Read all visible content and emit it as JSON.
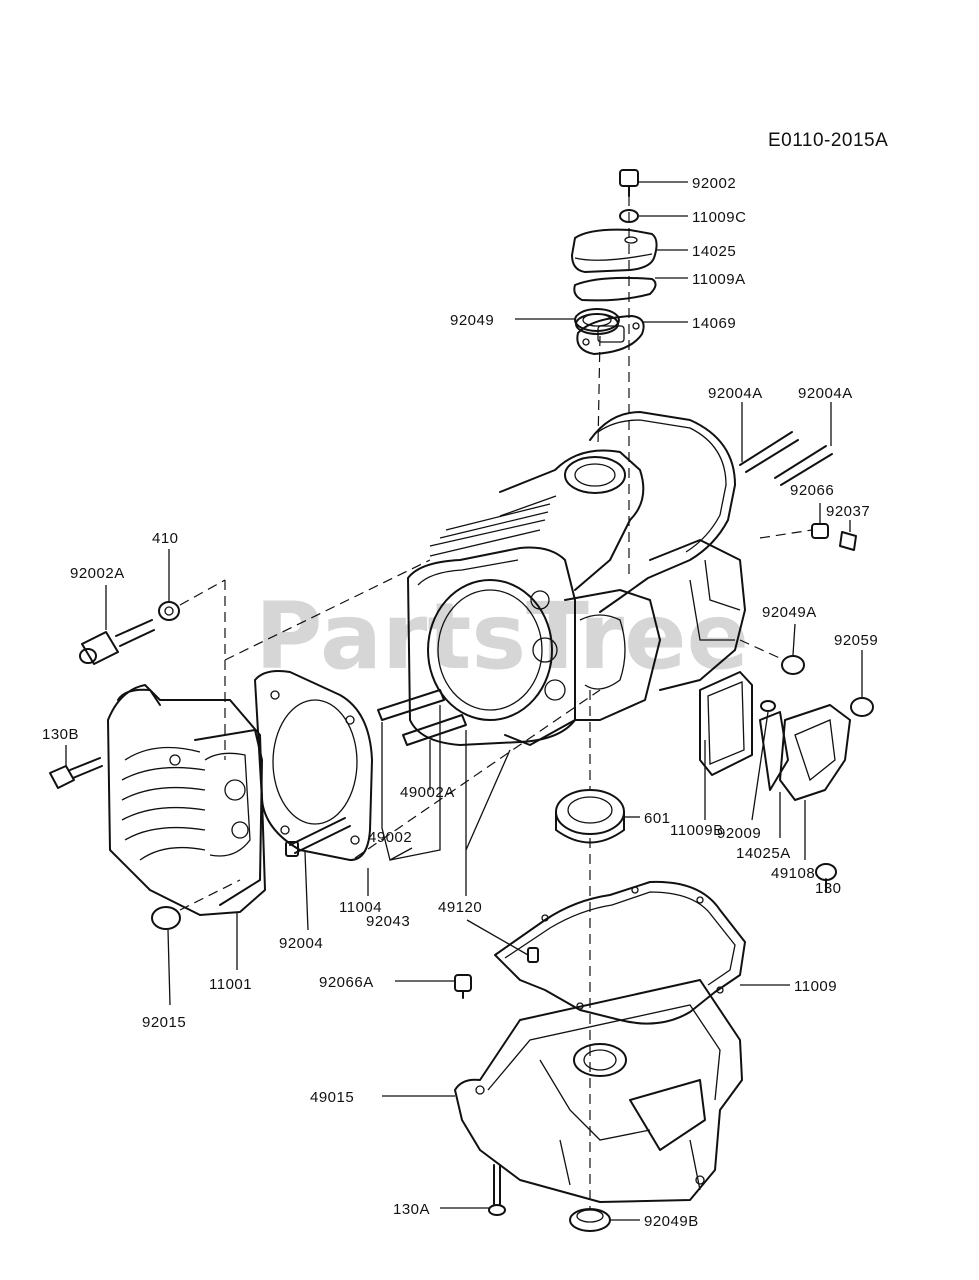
{
  "diagram_code": "E0110-2015A",
  "watermark": "PartsTree",
  "callouts": [
    {
      "id": "92002",
      "text": "92002"
    },
    {
      "id": "11009C",
      "text": "11009C"
    },
    {
      "id": "14025",
      "text": "14025"
    },
    {
      "id": "11009A",
      "text": "11009A"
    },
    {
      "id": "14069",
      "text": "14069"
    },
    {
      "id": "92049",
      "text": "92049"
    },
    {
      "id": "92004A_1",
      "text": "92004A"
    },
    {
      "id": "92004A_2",
      "text": "92004A"
    },
    {
      "id": "92066",
      "text": "92066"
    },
    {
      "id": "92037",
      "text": "92037"
    },
    {
      "id": "410",
      "text": "410"
    },
    {
      "id": "92002A",
      "text": "92002A"
    },
    {
      "id": "92049A",
      "text": "92049A"
    },
    {
      "id": "92059",
      "text": "92059"
    },
    {
      "id": "130B",
      "text": "130B"
    },
    {
      "id": "49002A",
      "text": "49002A"
    },
    {
      "id": "11009B",
      "text": "11009B"
    },
    {
      "id": "601",
      "text": "601"
    },
    {
      "id": "92009",
      "text": "92009"
    },
    {
      "id": "14025A",
      "text": "14025A"
    },
    {
      "id": "49108",
      "text": "49108"
    },
    {
      "id": "130",
      "text": "130"
    },
    {
      "id": "49002",
      "text": "49002"
    },
    {
      "id": "11004",
      "text": "11004"
    },
    {
      "id": "49120",
      "text": "49120"
    },
    {
      "id": "92043",
      "text": "92043"
    },
    {
      "id": "92004",
      "text": "92004"
    },
    {
      "id": "11001",
      "text": "11001"
    },
    {
      "id": "92015",
      "text": "92015"
    },
    {
      "id": "92066A",
      "text": "92066A"
    },
    {
      "id": "11009",
      "text": "11009"
    },
    {
      "id": "49015",
      "text": "49015"
    },
    {
      "id": "130A",
      "text": "130A"
    },
    {
      "id": "92049B",
      "text": "92049B"
    }
  ]
}
